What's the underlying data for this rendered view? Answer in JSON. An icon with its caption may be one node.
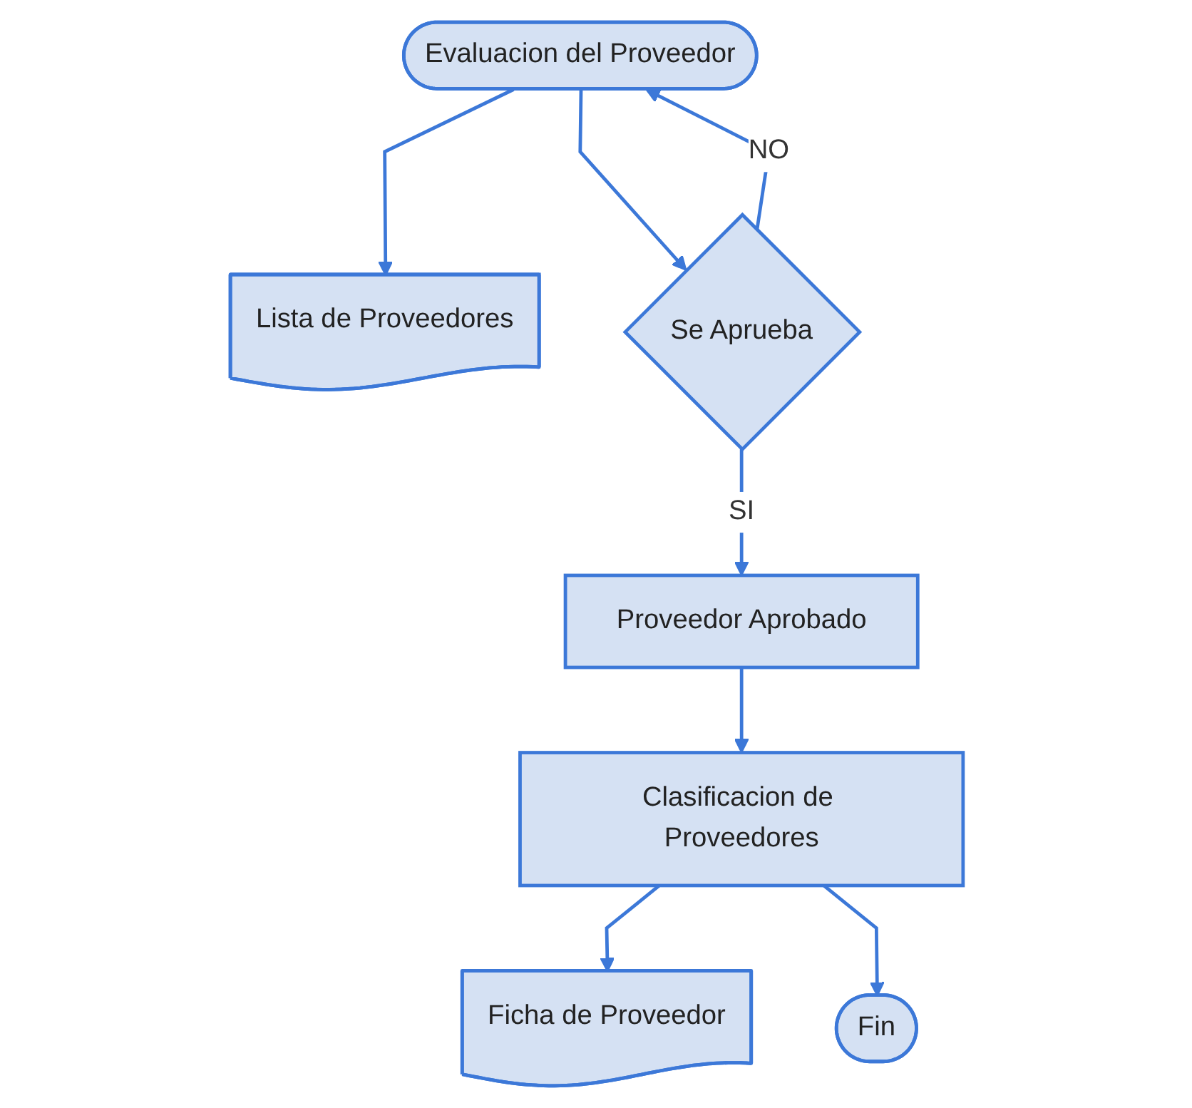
{
  "diagram": {
    "nodes": [
      {
        "text": [
          "Evaluacion del Proveedor"
        ]
      },
      {
        "text": [
          "Lista de Proveedores"
        ]
      },
      {
        "text": [
          "Se Aprueba"
        ]
      },
      {
        "text": [
          "Proveedor Aprobado"
        ]
      },
      {
        "text": [
          "Clasificacion de Proveedores"
        ]
      },
      {
        "text": [
          "Ficha de Proveedor"
        ]
      },
      {
        "text": [
          "Fin"
        ]
      }
    ],
    "edges": [
      {
        "from": 0,
        "to": 1,
        "arrow": "to"
      },
      {
        "from": 0,
        "to": 2,
        "arrow": "to"
      },
      {
        "from": 2,
        "to": 0,
        "arrow": "to",
        "label": "NO"
      },
      {
        "from": 2,
        "to": 3,
        "arrow": "to",
        "label": "SI"
      },
      {
        "from": 3,
        "to": 4,
        "arrow": "to"
      },
      {
        "from": 4,
        "to": 5,
        "arrow": "to"
      },
      {
        "from": 4,
        "to": 6,
        "arrow": "to"
      }
    ]
  }
}
